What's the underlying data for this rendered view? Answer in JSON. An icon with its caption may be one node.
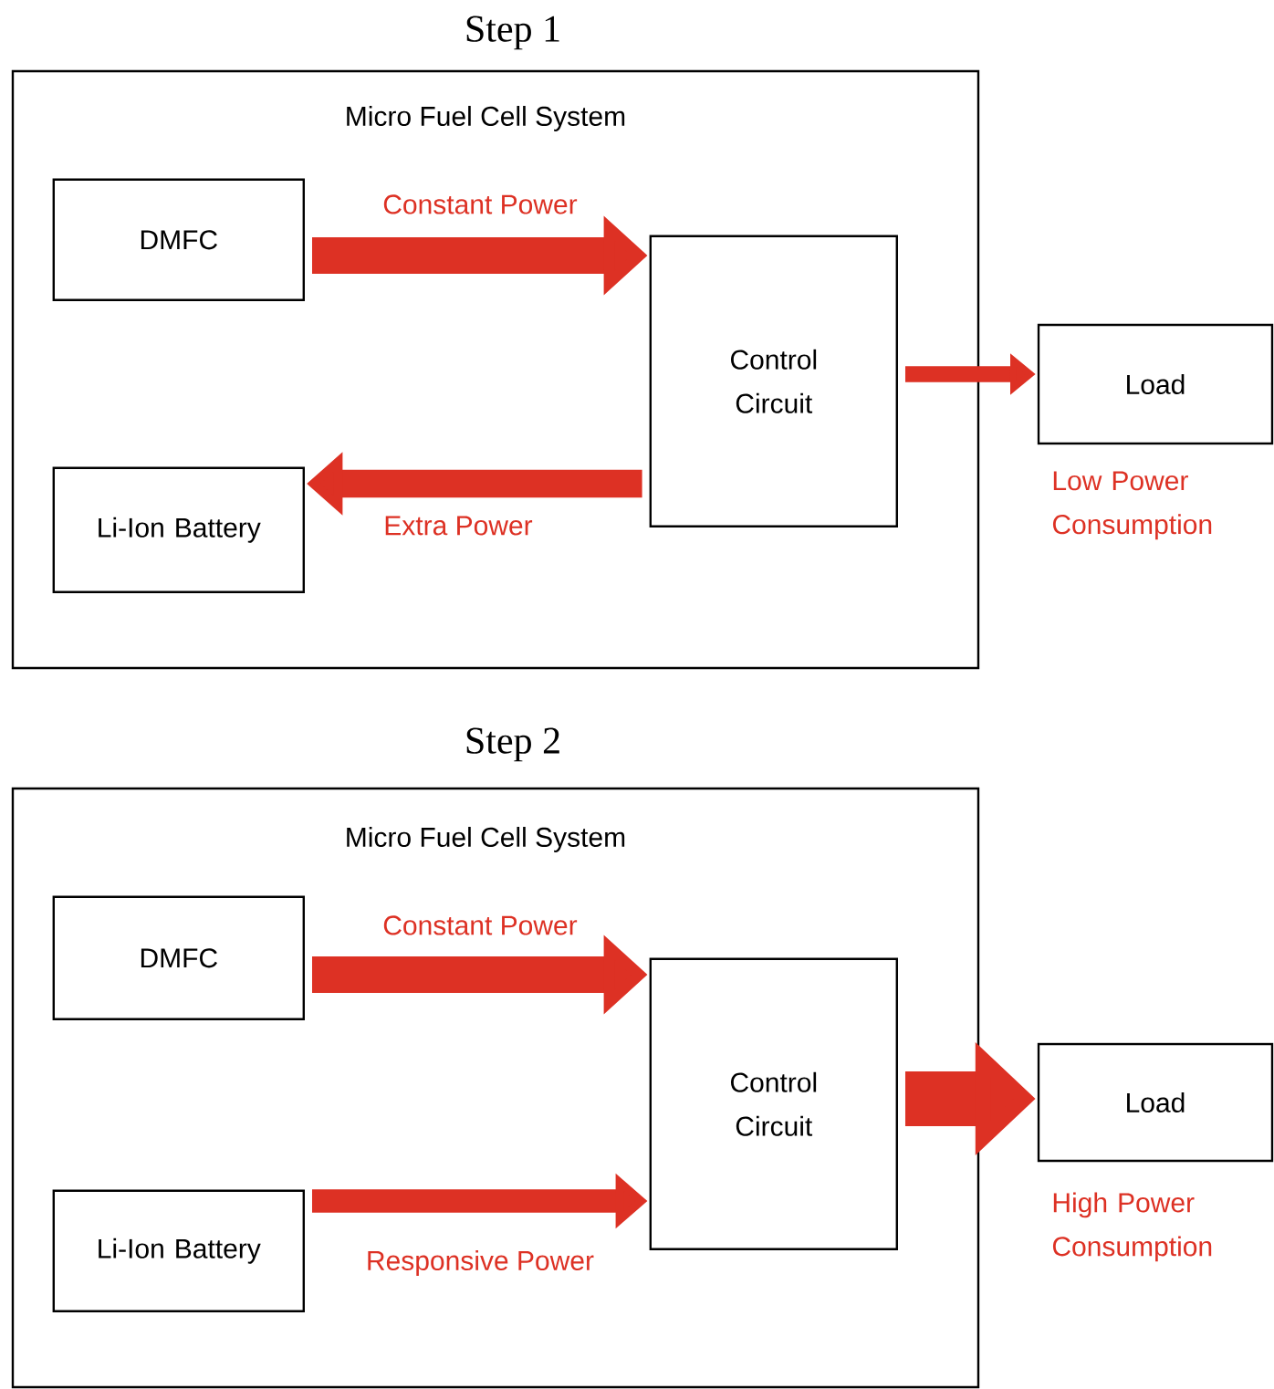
{
  "diagram": {
    "nodes": [
      {
        "text": [
          "Step 1",
          "Micro Fuel Cell System"
        ]
      },
      {
        "text": [
          "DMFC"
        ],
        "in": 0
      },
      {
        "text": [
          "Control Circuit"
        ],
        "in": 0
      },
      {
        "text": [
          "Li-Ion Battery"
        ],
        "in": 0
      },
      {
        "text": [
          "Load"
        ],
        "beside": [
          "Low Power Consumption"
        ]
      },
      {
        "text": [
          "Step 2",
          "Micro Fuel Cell System"
        ]
      },
      {
        "text": [
          "DMFC"
        ],
        "in": 5
      },
      {
        "text": [
          "Control Circuit"
        ],
        "in": 5
      },
      {
        "text": [
          "Li-Ion Battery"
        ],
        "in": 5
      },
      {
        "text": [
          "Load"
        ],
        "beside": [
          "High Power Consumption"
        ]
      }
    ],
    "edges": [
      {
        "from": 1,
        "to": 2,
        "arrow": "to",
        "label": "Constant Power"
      },
      {
        "from": 2,
        "to": 3,
        "arrow": "to",
        "label": "Extra Power"
      },
      {
        "from": 2,
        "to": 4,
        "arrow": "to"
      },
      {
        "from": 6,
        "to": 7,
        "arrow": "to",
        "label": "Constant Power"
      },
      {
        "from": 8,
        "to": 7,
        "arrow": "to",
        "label": "Responsive Power"
      },
      {
        "from": 7,
        "to": 9,
        "arrow": "to",
        "style": "thick"
      }
    ]
  }
}
